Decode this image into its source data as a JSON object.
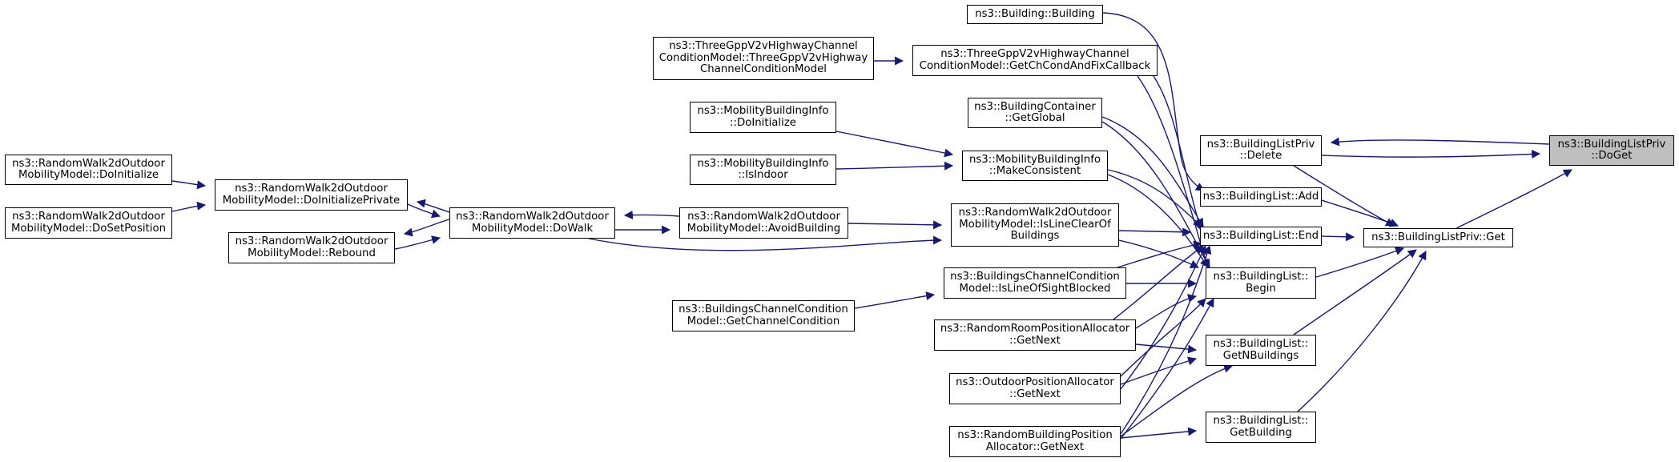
{
  "colors": {
    "edge": "#191970",
    "focus_fill": "#bfbfbf"
  },
  "nodes": {
    "doget": {
      "lines": [
        "ns3::BuildingListPriv",
        "::DoGet"
      ]
    },
    "privdelete": {
      "lines": [
        "ns3::BuildingListPriv",
        "::Delete"
      ]
    },
    "privget": {
      "lines": [
        "ns3::BuildingListPriv::Get"
      ]
    },
    "blAdd": {
      "lines": [
        "ns3::BuildingList::Add"
      ]
    },
    "blEnd": {
      "lines": [
        "ns3::BuildingList::End"
      ]
    },
    "blBegin": {
      "lines": [
        "ns3::BuildingList::",
        "Begin"
      ]
    },
    "blGetN": {
      "lines": [
        "ns3::BuildingList::",
        "GetNBuildings"
      ]
    },
    "blGetB": {
      "lines": [
        "ns3::BuildingList::",
        "GetBuilding"
      ]
    },
    "building": {
      "lines": [
        "ns3::Building::Building"
      ]
    },
    "v2vGetCh": {
      "lines": [
        "ns3::ThreeGppV2vHighwayChannel",
        "ConditionModel::GetChCondAndFixCallback"
      ]
    },
    "v2vCtor": {
      "lines": [
        "ns3::ThreeGppV2vHighwayChannel",
        "ConditionModel::ThreeGppV2vHighway",
        "ChannelConditionModel"
      ]
    },
    "bcGetGlobal": {
      "lines": [
        "ns3::BuildingContainer",
        "::GetGlobal"
      ]
    },
    "mbiMake": {
      "lines": [
        "ns3::MobilityBuildingInfo",
        "::MakeConsistent"
      ]
    },
    "mbiDoInit": {
      "lines": [
        "ns3::MobilityBuildingInfo",
        "::DoInitialize"
      ]
    },
    "mbiIsIndoor": {
      "lines": [
        "ns3::MobilityBuildingInfo",
        "::IsIndoor"
      ]
    },
    "rwIsLine": {
      "lines": [
        "ns3::RandomWalk2dOutdoor",
        "MobilityModel::IsLineClearOf",
        "Buildings"
      ]
    },
    "rwAvoid": {
      "lines": [
        "ns3::RandomWalk2dOutdoor",
        "MobilityModel::AvoidBuilding"
      ]
    },
    "rwDoWalk": {
      "lines": [
        "ns3::RandomWalk2dOutdoor",
        "MobilityModel::DoWalk"
      ]
    },
    "rwDoInitPriv": {
      "lines": [
        "ns3::RandomWalk2dOutdoor",
        "MobilityModel::DoInitializePrivate"
      ]
    },
    "rwRebound": {
      "lines": [
        "ns3::RandomWalk2dOutdoor",
        "MobilityModel::Rebound"
      ]
    },
    "rwDoInit": {
      "lines": [
        "ns3::RandomWalk2dOutdoor",
        "MobilityModel::DoInitialize"
      ]
    },
    "rwDoSetPos": {
      "lines": [
        "ns3::RandomWalk2dOutdoor",
        "MobilityModel::DoSetPosition"
      ]
    },
    "bccIsLos": {
      "lines": [
        "ns3::BuildingsChannelCondition",
        "Model::IsLineOfSightBlocked"
      ]
    },
    "bccGetCh": {
      "lines": [
        "ns3::BuildingsChannelCondition",
        "Model::GetChannelCondition"
      ]
    },
    "rrpaNext": {
      "lines": [
        "ns3::RandomRoomPositionAllocator",
        "::GetNext"
      ]
    },
    "opaNext": {
      "lines": [
        "ns3::OutdoorPositionAllocator",
        "::GetNext"
      ]
    },
    "rbpaNext": {
      "lines": [
        "ns3::RandomBuildingPosition",
        "Allocator::GetNext"
      ]
    }
  }
}
